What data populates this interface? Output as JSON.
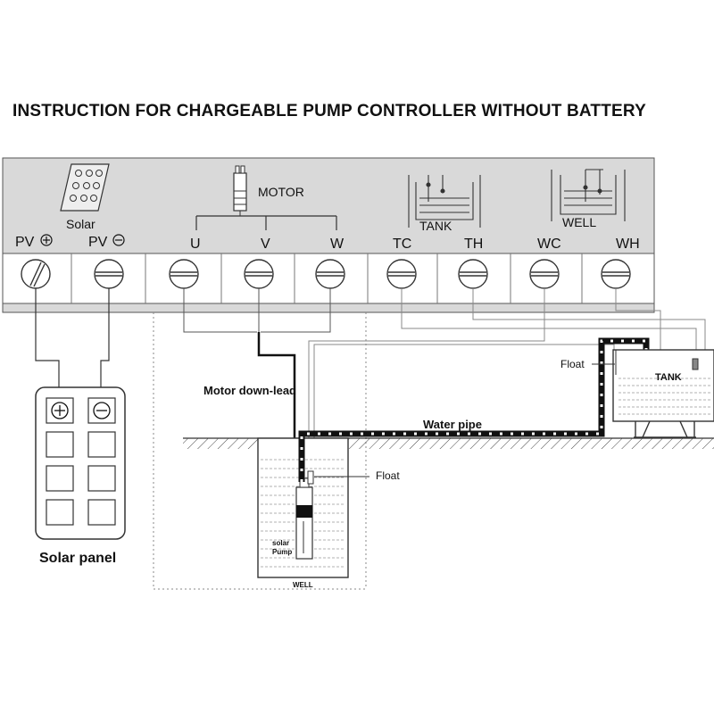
{
  "title": "INSTRUCTION FOR CHARGEABLE PUMP CONTROLLER WITHOUT BATTERY",
  "panel": {
    "solar_label": "Solar",
    "motor_label": "MOTOR",
    "tank_label": "TANK",
    "well_label": "WELL"
  },
  "terminals": [
    "PV",
    "PV",
    "U",
    "V",
    "W",
    "TC",
    "TH",
    "WC",
    "WH"
  ],
  "labels": {
    "motor_down_lead": "Motor down-lead",
    "water_pipe": "Water pipe",
    "float_tank": "Float",
    "float_well": "Float",
    "tank": "TANK",
    "well": "WELL",
    "pump_line1": "solar",
    "pump_line2": "Pump",
    "solar_panel": "Solar panel"
  }
}
